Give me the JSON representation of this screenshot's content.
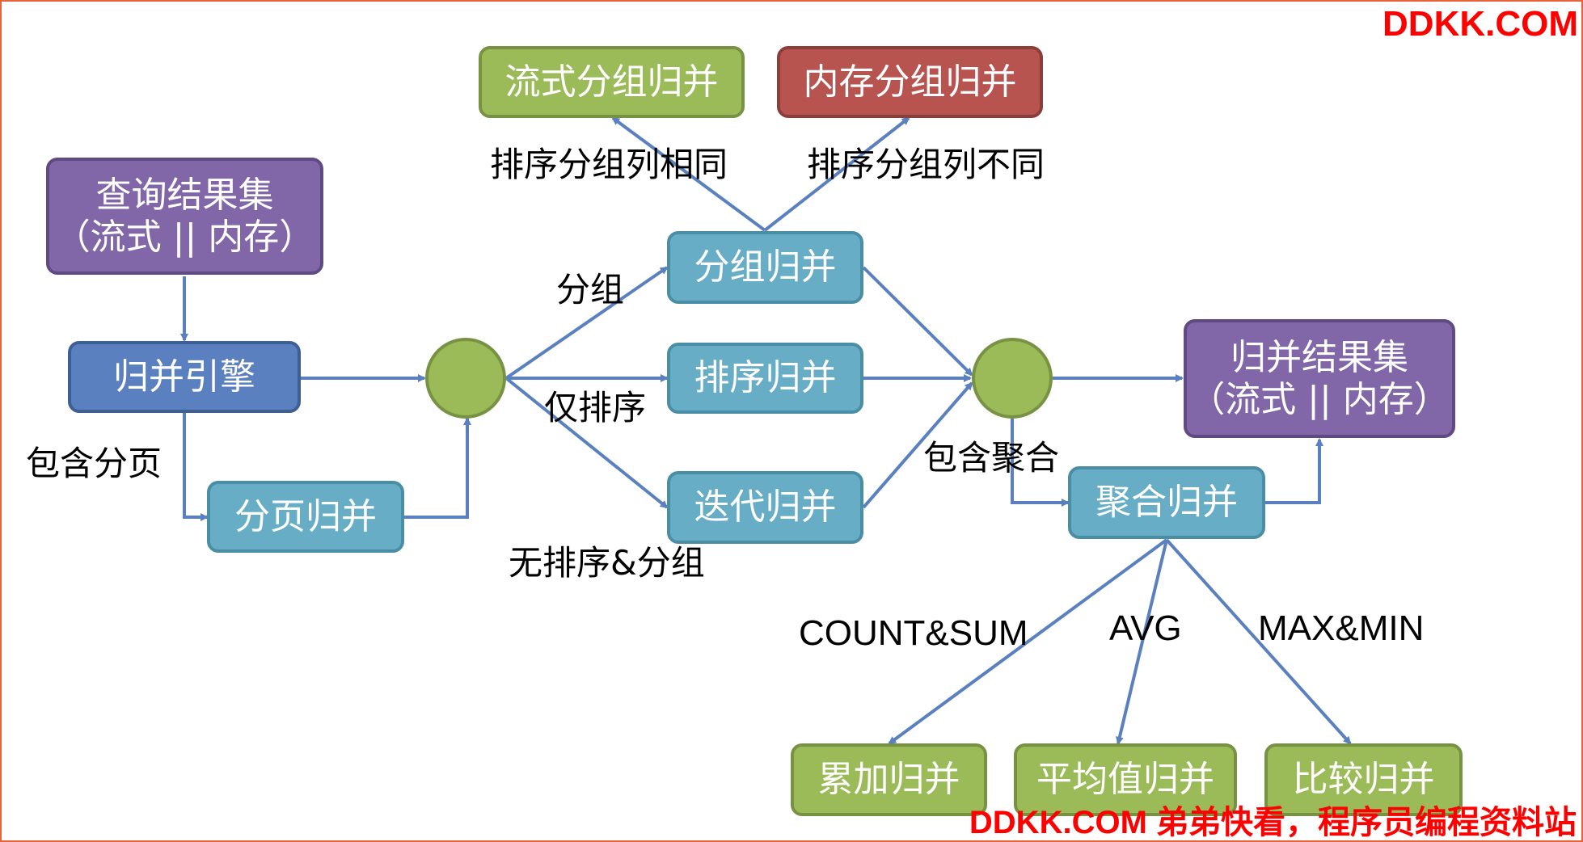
{
  "nodes": {
    "query_result": {
      "line1": "查询结果集",
      "line2": "（流式 || 内存）"
    },
    "merge_engine": {
      "text": "归并引擎"
    },
    "paging_merge": {
      "text": "分页归并"
    },
    "group_merge": {
      "text": "分组归并"
    },
    "sort_merge": {
      "text": "排序归并"
    },
    "iter_merge": {
      "text": "迭代归并"
    },
    "stream_group": {
      "text": "流式分组归并"
    },
    "memory_group": {
      "text": "内存分组归并"
    },
    "result_set": {
      "line1": "归并结果集",
      "line2": "（流式 || 内存）"
    },
    "agg_merge": {
      "text": "聚合归并"
    },
    "sum_merge": {
      "text": "累加归并"
    },
    "avg_merge": {
      "text": "平均值归并"
    },
    "cmp_merge": {
      "text": "比较归并"
    }
  },
  "edge_labels": {
    "paging": "包含分页",
    "grouping": "分组",
    "sort_only": "仅排序",
    "no_sort_group": "无排序&分组",
    "same_cols": "排序分组列相同",
    "diff_cols": "排序分组列不同",
    "has_agg": "包含聚合",
    "count_sum": "COUNT&SUM",
    "avg": "AVG",
    "max_min": "MAX&MIN"
  },
  "watermark": {
    "top": "DDKK.COM",
    "bottom": "DDKK.COM 弟弟快看，程序员编程资料站"
  },
  "colors": {
    "arrow": "#5b80bf",
    "watermark": "#ff0000",
    "border": "#e8623a"
  }
}
